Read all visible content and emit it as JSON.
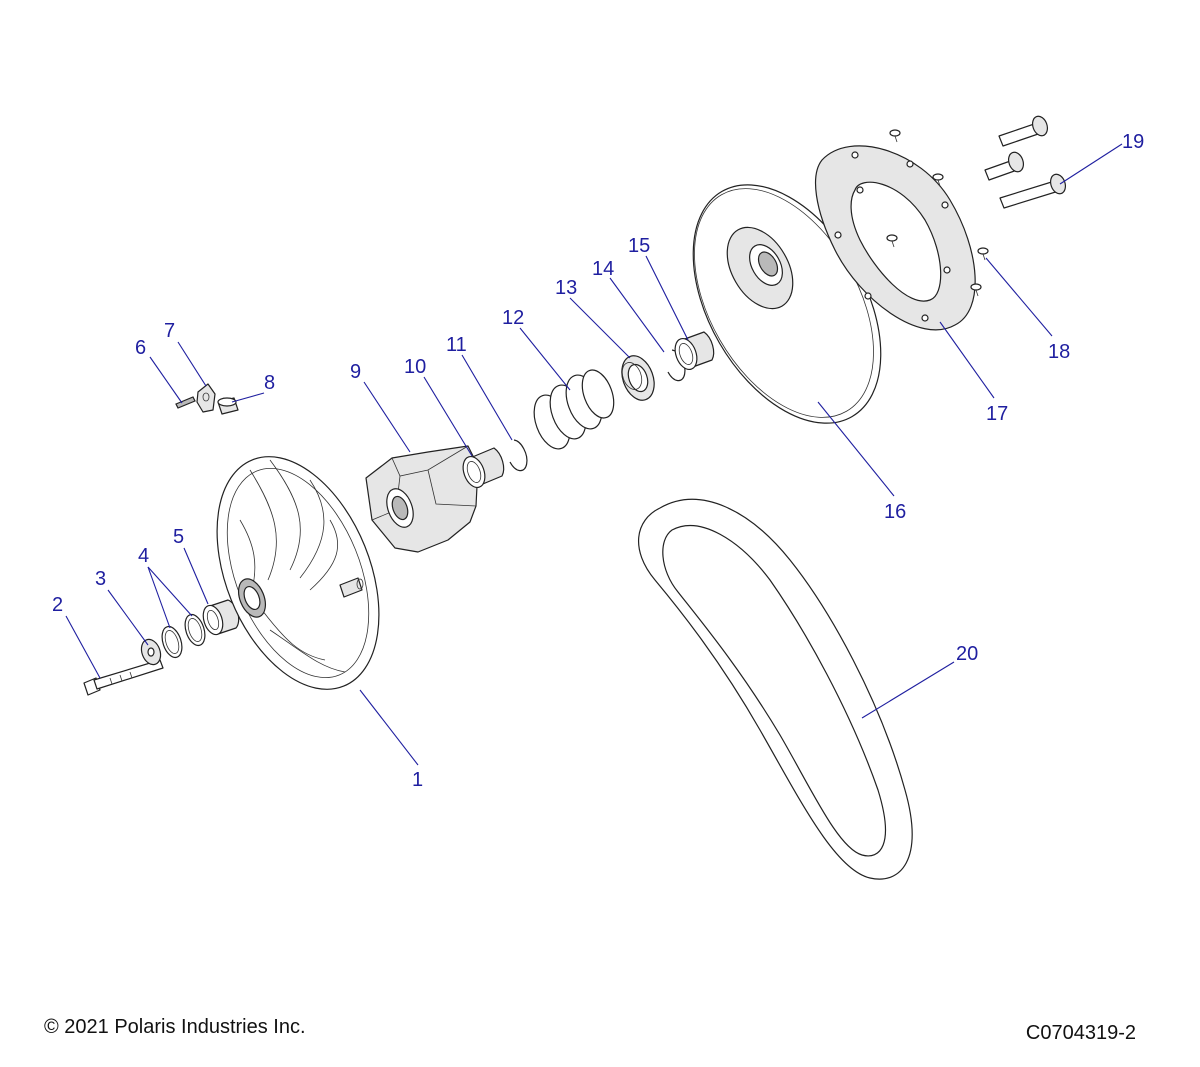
{
  "diagram": {
    "callouts": [
      "1",
      "2",
      "3",
      "4",
      "5",
      "6",
      "7",
      "8",
      "9",
      "10",
      "11",
      "12",
      "13",
      "14",
      "15",
      "16",
      "17",
      "18",
      "19",
      "20"
    ],
    "colors": {
      "callout": "#1f1fa0",
      "line_art": "#222222",
      "background": "#ffffff"
    }
  },
  "footer": {
    "copyright": "© 2021 Polaris Industries Inc.",
    "figure_id": "C0704319-2"
  }
}
